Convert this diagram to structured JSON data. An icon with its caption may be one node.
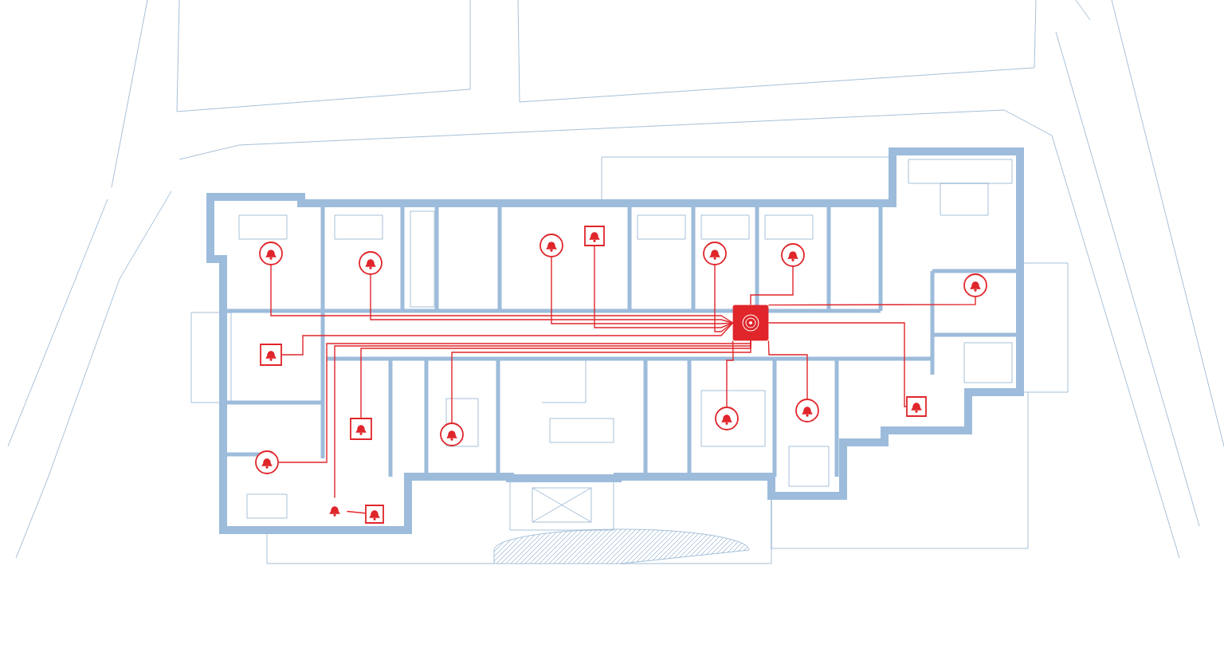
{
  "diagram": {
    "nodes": [
      {
        "text": [],
        "shape": "box"
      },
      {
        "text": [],
        "shape": "circle"
      },
      {
        "text": [],
        "shape": "circle"
      },
      {
        "text": [],
        "shape": "box"
      },
      {
        "text": [],
        "shape": "circle"
      },
      {
        "text": [],
        "shape": "box"
      },
      {
        "text": [],
        "shape": "circle"
      },
      {
        "text": [],
        "shape": "circle"
      },
      {
        "text": [],
        "shape": "circle"
      },
      {
        "text": [],
        "shape": "box"
      },
      {
        "text": [],
        "shape": "circle"
      },
      {
        "text": [],
        "shape": "circle"
      },
      {
        "text": [],
        "shape": "circle"
      },
      {
        "text": [],
        "shape": "box"
      },
      {
        "text": [],
        "shape": "circle"
      },
      {
        "text": [],
        "shape": "bell"
      },
      {
        "text": [],
        "shape": "box"
      }
    ],
    "edges": [
      {
        "from": 0,
        "to": 1,
        "arrow": "none"
      },
      {
        "from": 0,
        "to": 2,
        "arrow": "none"
      },
      {
        "from": 0,
        "to": 3,
        "arrow": "none"
      },
      {
        "from": 0,
        "to": 4,
        "arrow": "none"
      },
      {
        "from": 0,
        "to": 5,
        "arrow": "none"
      },
      {
        "from": 0,
        "to": 6,
        "arrow": "none"
      },
      {
        "from": 0,
        "to": 7,
        "arrow": "none"
      },
      {
        "from": 0,
        "to": 8,
        "arrow": "none"
      },
      {
        "from": 0,
        "to": 9,
        "arrow": "none"
      },
      {
        "from": 0,
        "to": 10,
        "arrow": "none"
      },
      {
        "from": 0,
        "to": 11,
        "arrow": "none"
      },
      {
        "from": 0,
        "to": 12,
        "arrow": "none"
      },
      {
        "from": 0,
        "to": 13,
        "arrow": "none"
      },
      {
        "from": 0,
        "to": 14,
        "arrow": "none"
      },
      {
        "from": 0,
        "to": 15,
        "arrow": "none"
      },
      {
        "from": 15,
        "to": 16,
        "arrow": "none"
      }
    ]
  }
}
